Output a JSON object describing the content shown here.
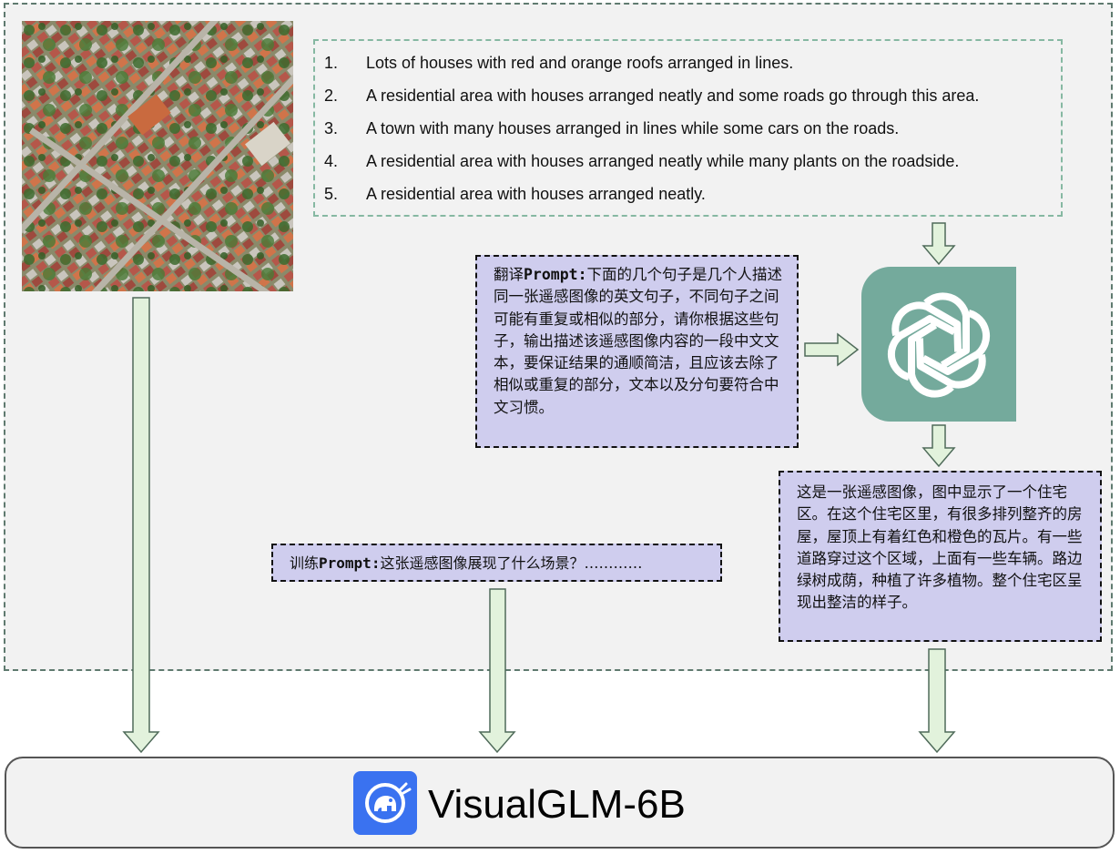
{
  "captions": [
    {
      "num": "1.",
      "text": "Lots of houses with red and orange roofs arranged in lines."
    },
    {
      "num": "2.",
      "text": "A residential area with houses arranged neatly and some roads go through this area."
    },
    {
      "num": "3.",
      "text": "A town with many houses arranged in lines while some cars on the roads."
    },
    {
      "num": "4.",
      "text": "A residential area with houses arranged neatly while many plants on the roadside."
    },
    {
      "num": "5.",
      "text": "A residential area with houses arranged neatly."
    }
  ],
  "translate_prompt": {
    "label_prefix": "翻译",
    "label_keyword": "Prompt",
    "label_suffix": ":",
    "text": "下面的几个句子是几个人描述同一张遥感图像的英文句子，不同句子之间可能有重复或相似的部分，请你根据这些句子，输出描述该遥感图像内容的一段中文文本，要保证结果的通顺简洁，且应该去除了相似或重复的部分，文本以及分句要符合中文习惯。"
  },
  "result_text": "这是一张遥感图像，图中显示了一个住宅区。在这个住宅区里，有很多排列整齐的房屋，屋顶上有着红色和橙色的瓦片。有一些道路穿过这个区域，上面有一些车辆。路边绿树成荫，种植了许多植物。整个住宅区呈现出整洁的样子。",
  "train_prompt": {
    "label_prefix": "训练",
    "label_keyword": "Prompt",
    "label_suffix": ":",
    "text": "这张遥感图像展现了什么场景？…………"
  },
  "model": {
    "name": "VisualGLM-6B"
  },
  "icons": {
    "gpt": "openai-logo-icon",
    "model": "visualglm-logo-icon",
    "image": "aerial-residential-image"
  },
  "colors": {
    "arrow_fill": "#e2f2dc",
    "arrow_stroke": "#4f6b5a",
    "gpt_bg": "#74aa9c",
    "prompt_bg": "#cfcdee",
    "model_logo_bg": "#3a72f0"
  }
}
